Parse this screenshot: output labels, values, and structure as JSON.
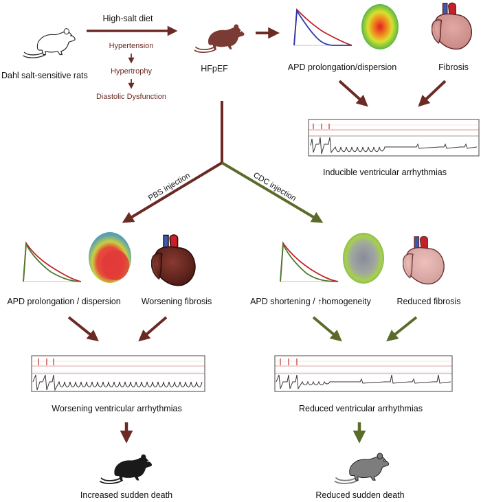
{
  "top": {
    "dahl_label": "Dahl salt-sensitive rats",
    "diet_label": "High-salt diet",
    "cascade": [
      "Hypertension",
      "Hypertrophy",
      "Diastolic Dysfunction"
    ],
    "hfpef_label": "HFpEF",
    "apd_label": "APD prolongation/dispersion",
    "fibrosis_label": "Fibrosis",
    "arrhythmia_label": "Inducible ventricular arrhythmias"
  },
  "branches": {
    "pbs_label": "PBS injection",
    "cdc_label": "CDC injection"
  },
  "left": {
    "apd_label": "APD prolongation / dispersion",
    "fibrosis_label": "Worsening fibrosis",
    "arrhythmia_label": "Worsening ventricular arrhythmias",
    "outcome_label": "Increased sudden death"
  },
  "right": {
    "apd_label_prefix": "APD shortening / ",
    "apd_arrow_glyph": "↑",
    "apd_label_suffix": "homogeneity",
    "fibrosis_label": "Reduced fibrosis",
    "arrhythmia_label": "Reduced ventricular arrhythmias",
    "outcome_label": "Reduced sudden death"
  },
  "colors": {
    "maroon": "#6b2a24",
    "olive": "#5a6b2a",
    "rat_brown": "#7a3b34",
    "rat_black": "#1a1a1a",
    "rat_gray": "#7d7d7d",
    "apd_red": "#c0202a",
    "apd_blue": "#2a3ab0",
    "apd_green": "#4a7a2a",
    "ecg_grid": "#f3c7c7"
  },
  "icons": {
    "rat": "rat-icon",
    "heart": "heart-icon",
    "voltage_map": "voltage-map-icon",
    "ecg": "ecg-trace-icon",
    "action_potential": "action-potential-icon"
  }
}
